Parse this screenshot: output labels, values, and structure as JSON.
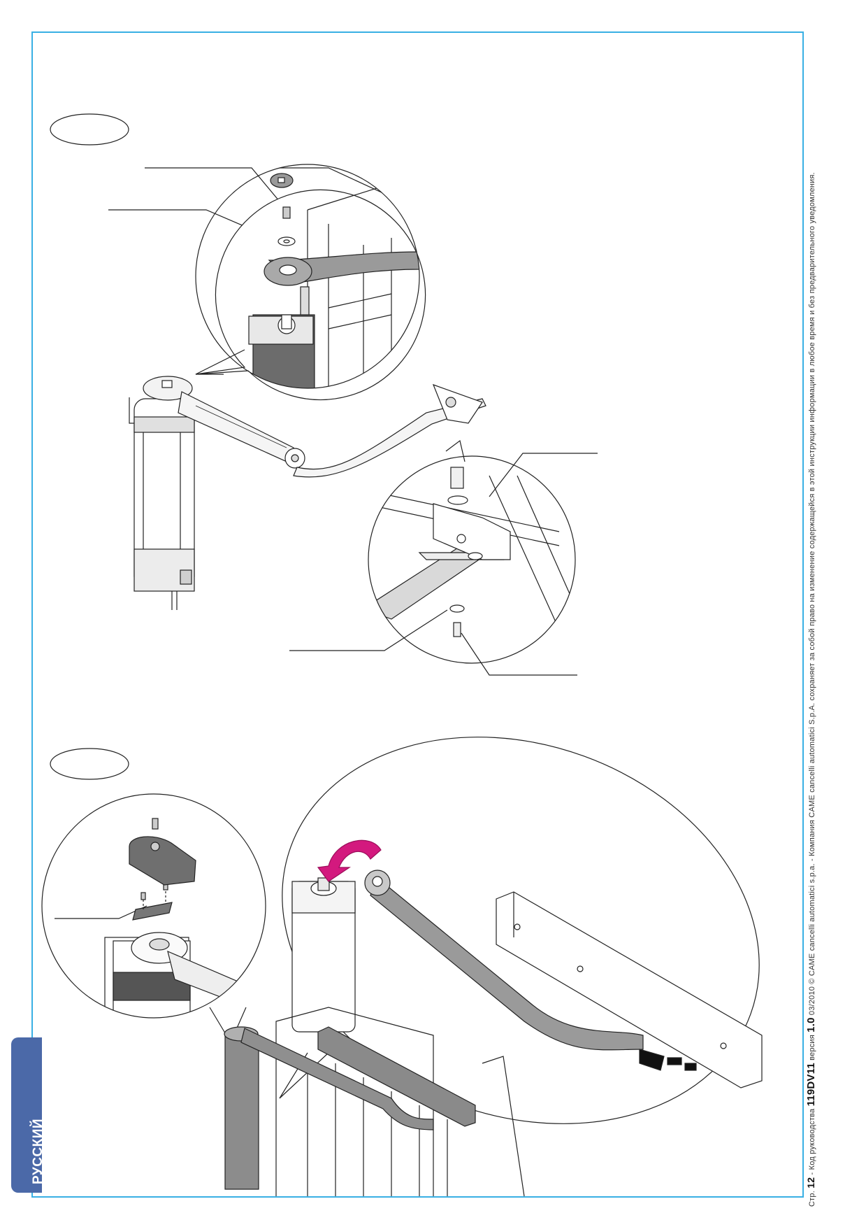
{
  "footer": {
    "page_prefix": "Стр.",
    "page_number": "12",
    "manual_code_prefix": "- Код руководства",
    "manual_code": "119DV11",
    "version_prefix": "версия",
    "version": "1.0",
    "date_copyright": "03/2010 © CAME cancelli automatici s.p.a. - Компания CAME cancelli automatici S.p.A. сохраняет за собой право на изменение содержащейся в этой инструкции информации в любое время и без предварительного уведомления."
  },
  "language_tab": "РУССКИЙ",
  "colors": {
    "frame": "#39b0e4",
    "tab": "#4b69a8",
    "rotation_arrow": "#d3197e",
    "drawing_lines": "#222222",
    "shade": "#7d7d7d"
  },
  "figures": [
    {
      "name": "figure-1-arm-fixing",
      "step_label": ""
    },
    {
      "name": "figure-2-arm-mounting",
      "step_label": ""
    }
  ]
}
